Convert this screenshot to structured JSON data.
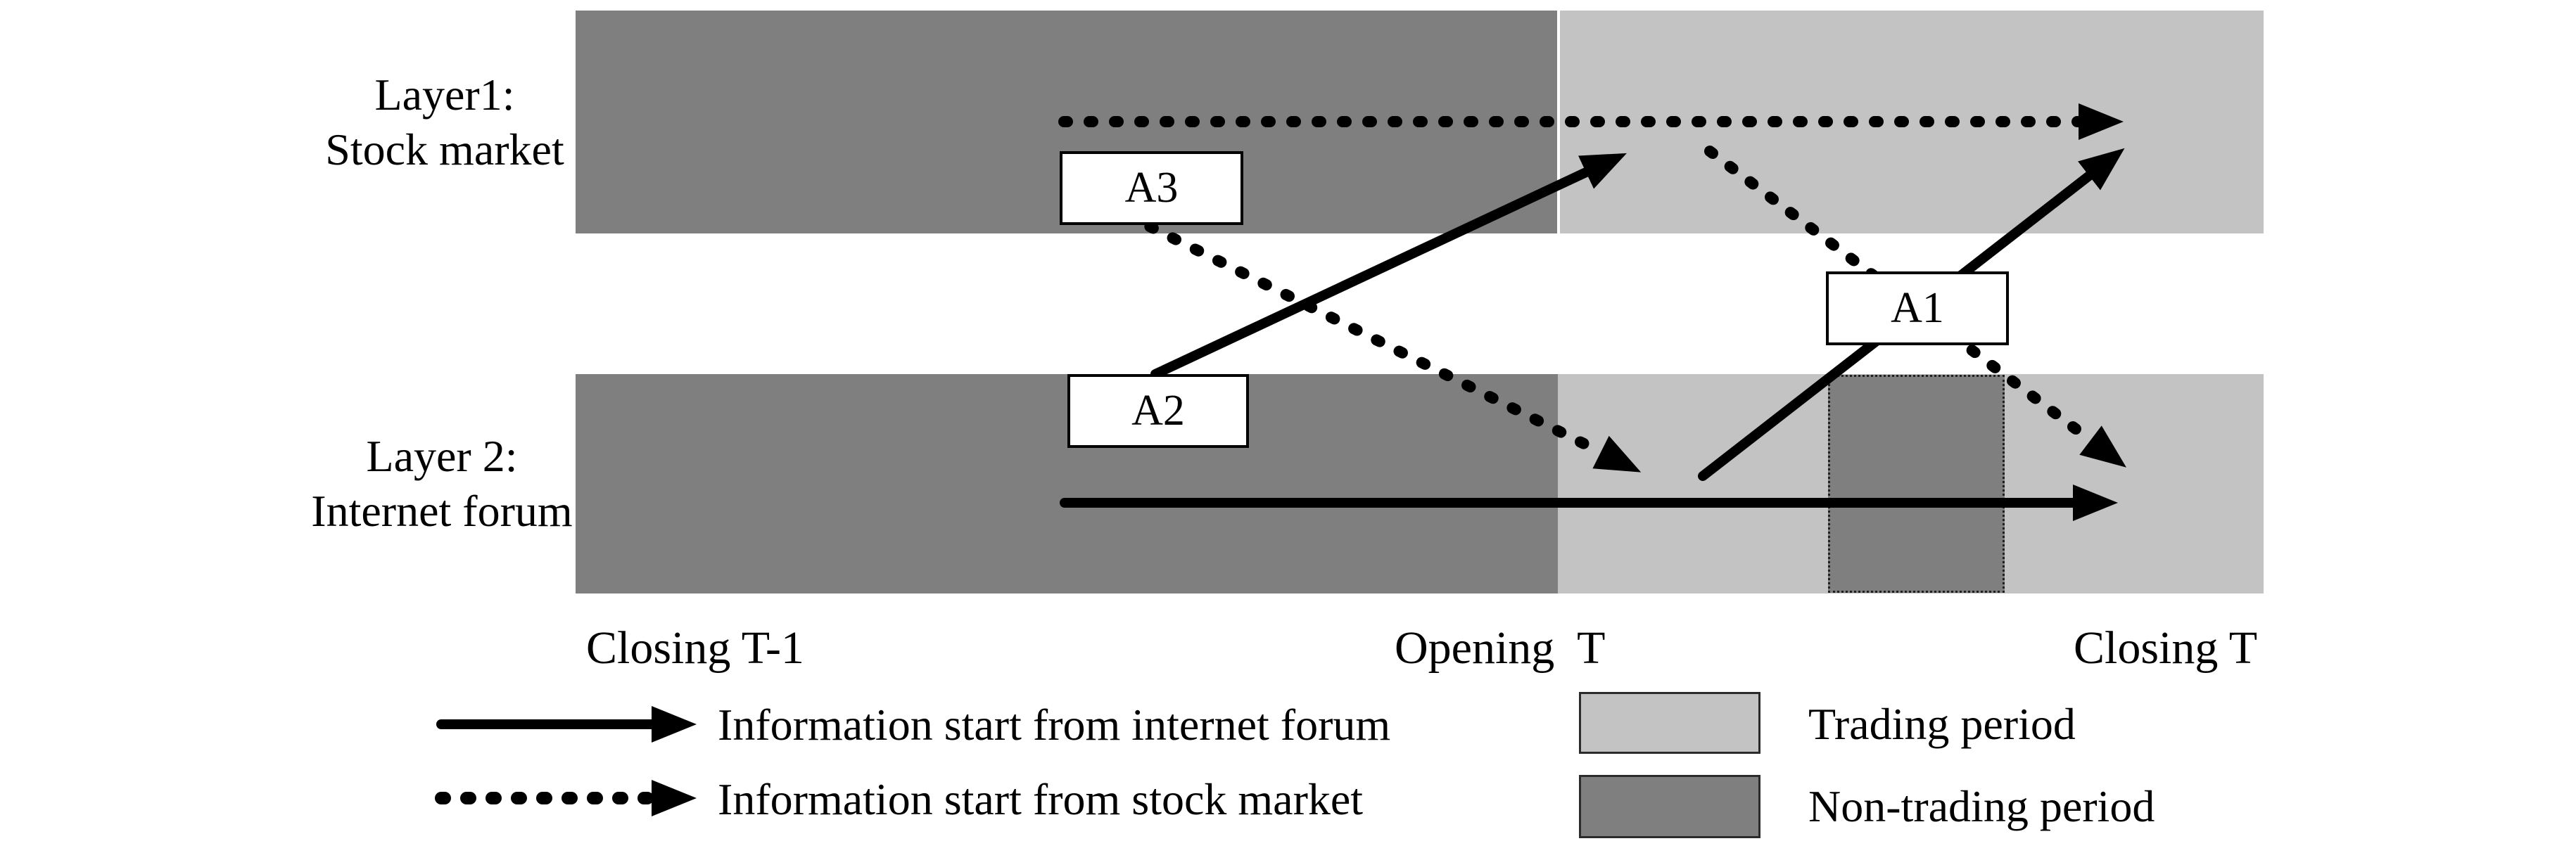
{
  "layers": [
    {
      "line1": "Layer1:",
      "line2": "Stock market"
    },
    {
      "line1": "Layer 2:",
      "line2": "Internet forum"
    }
  ],
  "annotations": {
    "a1": "A1",
    "a2": "A2",
    "a3": "A3"
  },
  "timeline": {
    "closing_t_minus_1": "Closing T-1",
    "opening_t": "Opening  T",
    "closing_t": "Closing T"
  },
  "legend": {
    "solid_arrow_label": "Information start from internet forum",
    "dashed_arrow_label": "Information start from stock market",
    "trading_label": "Trading period",
    "non_trading_label": "Non-trading period"
  },
  "colors": {
    "trading_period": "#c3c3c3",
    "non_trading_period": "#7f7f7f",
    "arrow": "#000000",
    "box_background": "#ffffff"
  }
}
